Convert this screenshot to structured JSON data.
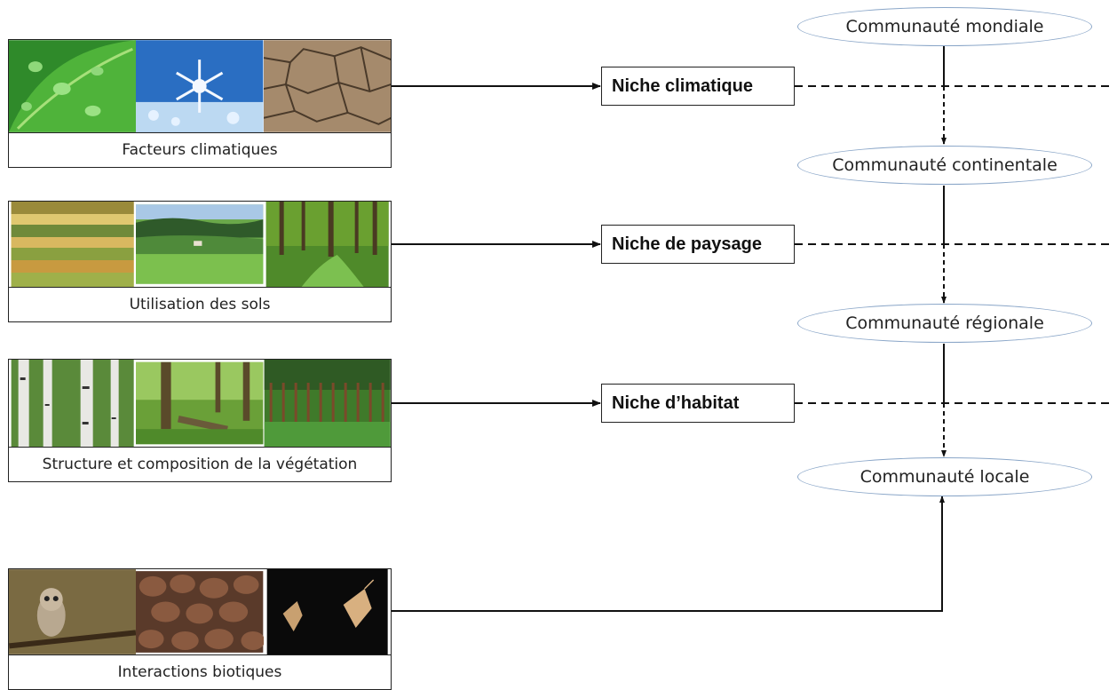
{
  "factors": [
    {
      "caption": "Facteurs climatiques",
      "photos": [
        "leaf-with-water-drops-image",
        "snowflake-on-ice-image",
        "cracked-dry-soil-image"
      ]
    },
    {
      "caption": "Utilisation des sols",
      "photos": [
        "farmland-fields-image",
        "rural-landscape-image",
        "forest-path-image"
      ]
    },
    {
      "caption": "Structure et composition de la végétation",
      "photos": [
        "birch-trunks-image",
        "forest-understory-image",
        "tree-plantation-image"
      ]
    },
    {
      "caption": "Interactions biotiques",
      "photos": [
        "owl-on-branch-image",
        "bat-colony-image",
        "moths-at-night-image"
      ]
    }
  ],
  "niches": [
    {
      "label": "Niche climatique"
    },
    {
      "label": "Niche de paysage"
    },
    {
      "label": "Niche d’habitat"
    }
  ],
  "communities": [
    {
      "label": "Communauté mondiale"
    },
    {
      "label": "Communauté continentale"
    },
    {
      "label": "Communauté régionale"
    },
    {
      "label": "Communauté locale"
    }
  ],
  "colors": {
    "line": "#111111",
    "ellipse_border": "#8aa6c8"
  }
}
